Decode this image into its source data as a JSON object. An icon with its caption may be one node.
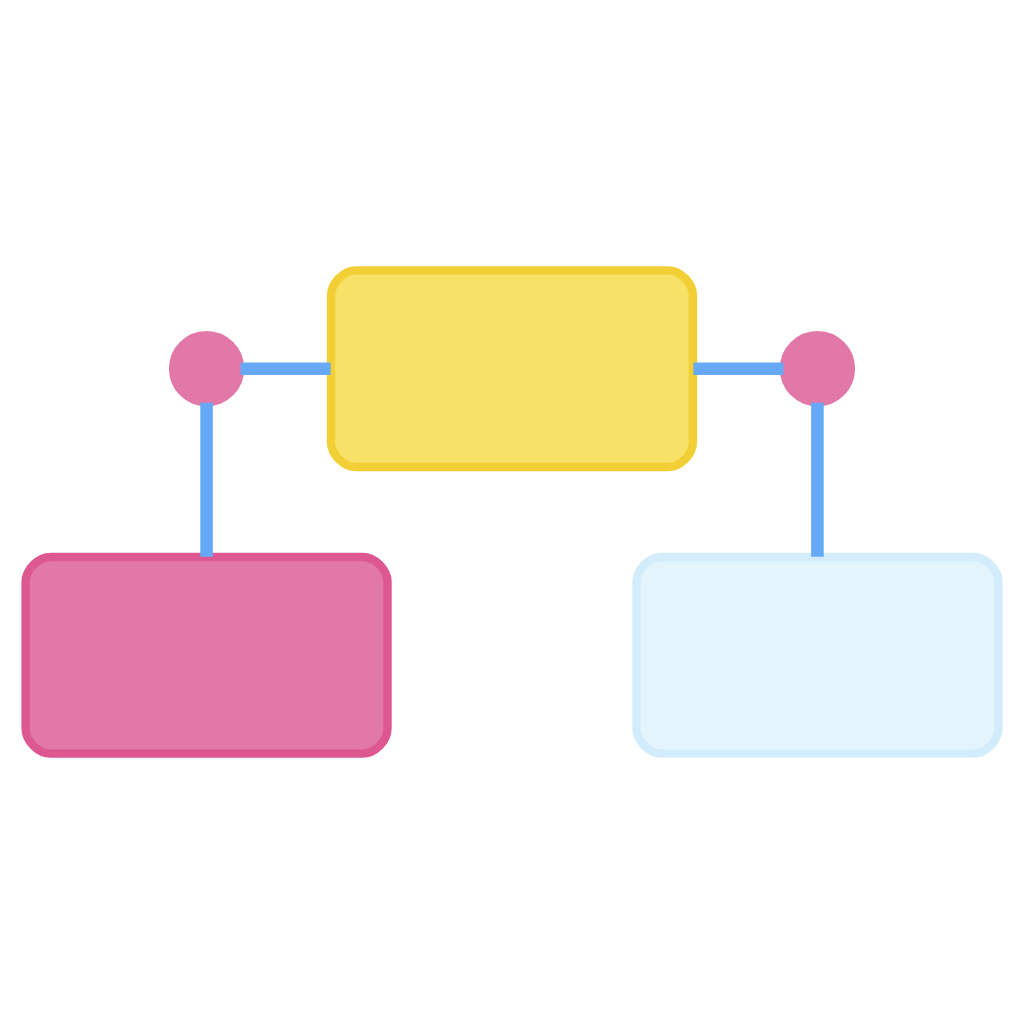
{
  "diagram": {
    "nodes": [
      {
        "text": [],
        "shape": "box"
      },
      {
        "text": [],
        "shape": "circle"
      },
      {
        "text": [],
        "shape": "box"
      },
      {
        "text": [],
        "shape": "circle"
      },
      {
        "text": [],
        "shape": "box"
      }
    ],
    "edges": [
      {
        "from": 3,
        "to": 0,
        "arrow": "none"
      },
      {
        "from": 1,
        "to": 2,
        "arrow": "none"
      },
      {
        "from": 2,
        "to": 3,
        "arrow": "none"
      },
      {
        "from": 1,
        "to": 4,
        "arrow": "none"
      }
    ]
  }
}
